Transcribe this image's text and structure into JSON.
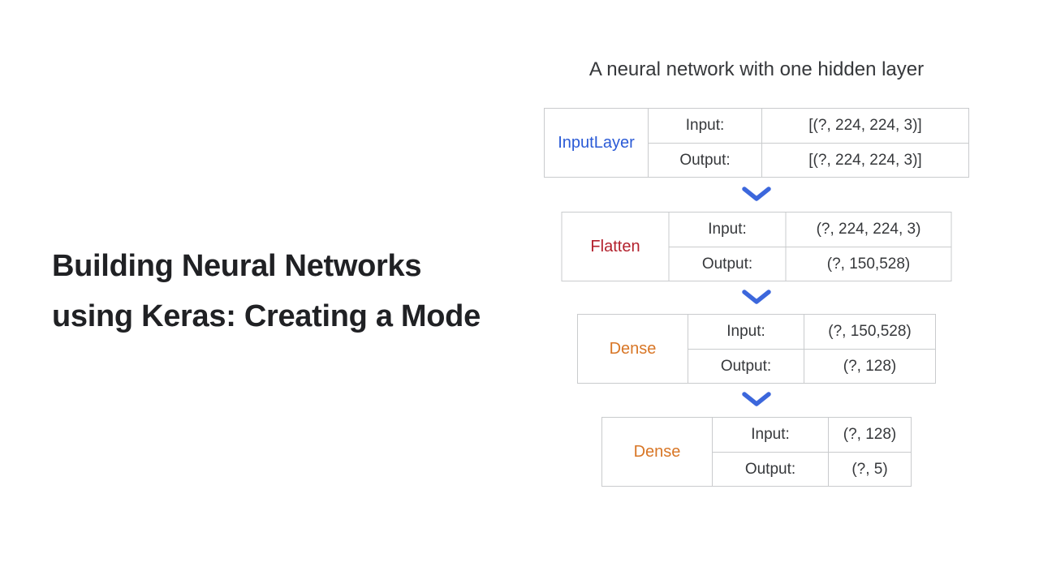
{
  "title": {
    "line1": "Building Neural Networks",
    "line2": "using Keras: Creating a Mode",
    "color": "#202124"
  },
  "diagram": {
    "heading": "A neural network with one hidden layer",
    "connector_color": "#3C67DC",
    "border_color": "#C9CBCD",
    "layers": [
      {
        "name": "InputLayer",
        "name_color": "#2B5BD6",
        "input_label": "Input:",
        "input_value": "[(?, 224, 224, 3)]",
        "output_label": "Output:",
        "output_value": "[(?, 224, 224, 3)]"
      },
      {
        "name": "Flatten",
        "name_color": "#B3212D",
        "input_label": "Input:",
        "input_value": "(?, 224, 224, 3)",
        "output_label": "Output:",
        "output_value": "(?, 150,528)"
      },
      {
        "name": "Dense",
        "name_color": "#D87626",
        "input_label": "Input:",
        "input_value": "(?, 150,528)",
        "output_label": "Output:",
        "output_value": "(?, 128)"
      },
      {
        "name": "Dense",
        "name_color": "#D87626",
        "input_label": "Input:",
        "input_value": "(?, 128)",
        "output_label": "Output:",
        "output_value": "(?, 5)"
      }
    ]
  }
}
